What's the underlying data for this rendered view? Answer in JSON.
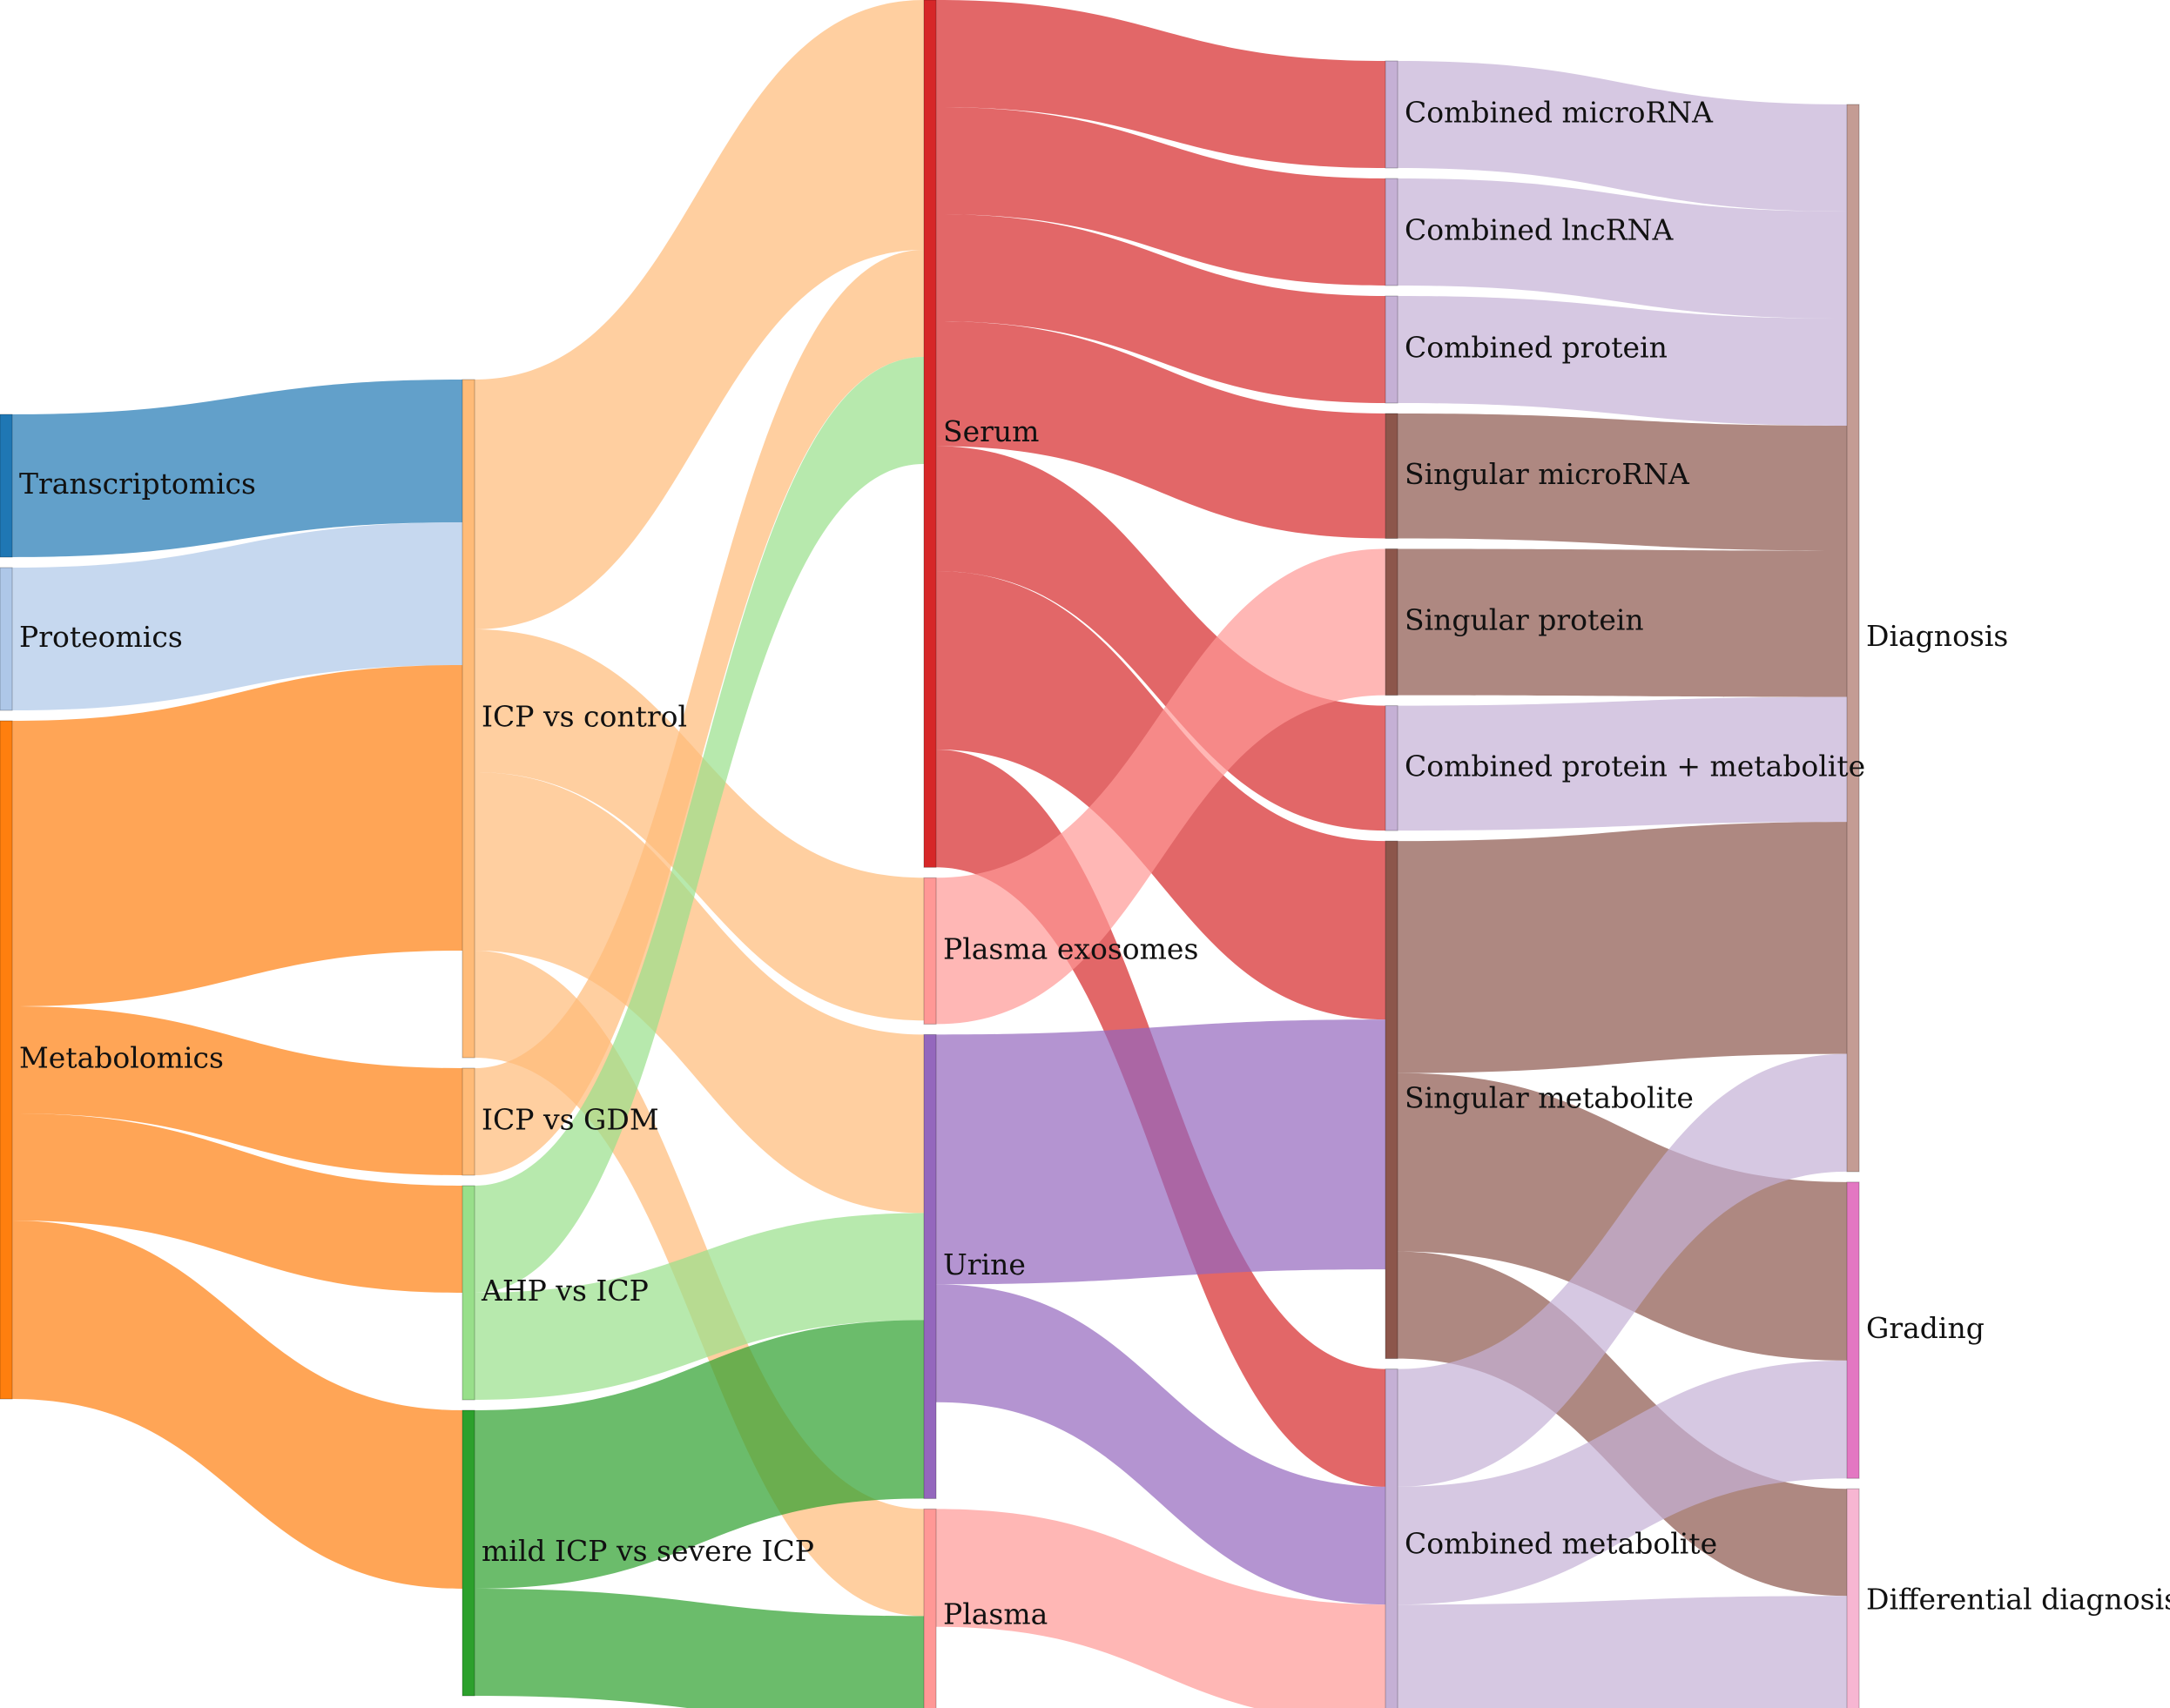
{
  "diagram": {
    "type": "sankey",
    "nodes": [
      {
        "id": "transcriptomics",
        "label": "Transcriptomics",
        "color": "#1f77b4"
      },
      {
        "id": "proteomics",
        "label": "Proteomics",
        "color": "#aec7e8"
      },
      {
        "id": "metabolomics",
        "label": "Metabolomics",
        "color": "#ff7f0e"
      },
      {
        "id": "icp_control",
        "label": "ICP vs control",
        "color": "#ffbb78"
      },
      {
        "id": "icp_gdm",
        "label": "ICP vs GDM",
        "color": "#ffbb78"
      },
      {
        "id": "ahp_icp",
        "label": "AHP vs ICP",
        "color": "#98df8a"
      },
      {
        "id": "mild_severe",
        "label": "mild ICP vs severe ICP",
        "color": "#2ca02c"
      },
      {
        "id": "serum",
        "label": "Serum",
        "color": "#d62728"
      },
      {
        "id": "plasma_exo",
        "label": "Plasma exosomes",
        "color": "#ff9896"
      },
      {
        "id": "urine",
        "label": "Urine",
        "color": "#9467bd"
      },
      {
        "id": "plasma",
        "label": "Plasma",
        "color": "#ff9896"
      },
      {
        "id": "comb_mirna",
        "label": "Combined microRNA",
        "color": "#c5b0d5"
      },
      {
        "id": "comb_lncrna",
        "label": "Combined lncRNA",
        "color": "#c5b0d5"
      },
      {
        "id": "comb_protein",
        "label": "Combined protein",
        "color": "#c5b0d5"
      },
      {
        "id": "sing_mirna",
        "label": "Singular microRNA",
        "color": "#8c564b"
      },
      {
        "id": "sing_protein",
        "label": "Singular protein",
        "color": "#8c564b"
      },
      {
        "id": "comb_prot_met",
        "label": "Combined protein + metabolite",
        "color": "#c5b0d5"
      },
      {
        "id": "sing_met",
        "label": "Singular metabolite",
        "color": "#8c564b"
      },
      {
        "id": "comb_met",
        "label": "Combined metabolite",
        "color": "#c5b0d5"
      },
      {
        "id": "diagnosis",
        "label": "Diagnosis",
        "color": "#c49c94"
      },
      {
        "id": "grading",
        "label": "Grading",
        "color": "#e377c2"
      },
      {
        "id": "diff_diag",
        "label": "Differential diagnosis",
        "color": "#f7b6d2"
      }
    ],
    "links": [
      {
        "source": "transcriptomics",
        "target": "icp_control",
        "value": 4,
        "color": "#1f77b4"
      },
      {
        "source": "proteomics",
        "target": "icp_control",
        "value": 4,
        "color": "#aec7e8"
      },
      {
        "source": "metabolomics",
        "target": "icp_control",
        "value": 8,
        "color": "#ff7f0e"
      },
      {
        "source": "metabolomics",
        "target": "icp_gdm",
        "value": 3,
        "color": "#ff7f0e"
      },
      {
        "source": "metabolomics",
        "target": "ahp_icp",
        "value": 3,
        "color": "#ff7f0e"
      },
      {
        "source": "metabolomics",
        "target": "mild_severe",
        "value": 5,
        "color": "#ff7f0e"
      },
      {
        "source": "icp_control",
        "target": "serum",
        "value": 7,
        "color": "#ffbb78"
      },
      {
        "source": "icp_control",
        "target": "plasma_exo",
        "value": 4,
        "color": "#ffbb78"
      },
      {
        "source": "icp_control",
        "target": "urine",
        "value": 5,
        "color": "#ffbb78"
      },
      {
        "source": "icp_control",
        "target": "plasma",
        "value": 3,
        "color": "#ffbb78"
      },
      {
        "source": "icp_gdm",
        "target": "serum",
        "value": 3,
        "color": "#ffbb78"
      },
      {
        "source": "ahp_icp",
        "target": "serum",
        "value": 3,
        "color": "#98df8a"
      },
      {
        "source": "ahp_icp",
        "target": "urine",
        "value": 3,
        "color": "#98df8a"
      },
      {
        "source": "mild_severe",
        "target": "urine",
        "value": 5,
        "color": "#2ca02c"
      },
      {
        "source": "mild_severe",
        "target": "plasma",
        "value": 3,
        "color": "#2ca02c"
      },
      {
        "source": "serum",
        "target": "comb_mirna",
        "value": 3,
        "color": "#d62728"
      },
      {
        "source": "serum",
        "target": "comb_lncrna",
        "value": 3,
        "color": "#d62728"
      },
      {
        "source": "serum",
        "target": "comb_protein",
        "value": 3,
        "color": "#d62728"
      },
      {
        "source": "serum",
        "target": "sing_mirna",
        "value": 3.5,
        "color": "#d62728"
      },
      {
        "source": "serum",
        "target": "comb_prot_met",
        "value": 3.5,
        "color": "#d62728"
      },
      {
        "source": "serum",
        "target": "sing_met",
        "value": 5,
        "color": "#d62728"
      },
      {
        "source": "serum",
        "target": "comb_met",
        "value": 3.3,
        "color": "#d62728"
      },
      {
        "source": "plasma_exo",
        "target": "sing_protein",
        "value": 4.1,
        "color": "#ff9896"
      },
      {
        "source": "urine",
        "target": "sing_met",
        "value": 7,
        "color": "#9467bd"
      },
      {
        "source": "urine",
        "target": "comb_met",
        "value": 3.3,
        "color": "#9467bd"
      },
      {
        "source": "plasma",
        "target": "comb_met",
        "value": 3.3,
        "color": "#ff9896"
      },
      {
        "source": "comb_mirna",
        "target": "diagnosis",
        "value": 3,
        "color": "#c5b0d5"
      },
      {
        "source": "comb_lncrna",
        "target": "diagnosis",
        "value": 3,
        "color": "#c5b0d5"
      },
      {
        "source": "comb_protein",
        "target": "diagnosis",
        "value": 3,
        "color": "#c5b0d5"
      },
      {
        "source": "sing_mirna",
        "target": "diagnosis",
        "value": 3.5,
        "color": "#8c564b"
      },
      {
        "source": "sing_protein",
        "target": "diagnosis",
        "value": 4.1,
        "color": "#8c564b"
      },
      {
        "source": "comb_prot_met",
        "target": "diagnosis",
        "value": 3.5,
        "color": "#c5b0d5"
      },
      {
        "source": "sing_met",
        "target": "diagnosis",
        "value": 6.5,
        "color": "#8c564b"
      },
      {
        "source": "sing_met",
        "target": "grading",
        "value": 5,
        "color": "#8c564b"
      },
      {
        "source": "sing_met",
        "target": "diff_diag",
        "value": 3,
        "color": "#8c564b"
      },
      {
        "source": "comb_met",
        "target": "diagnosis",
        "value": 3.3,
        "color": "#c5b0d5"
      },
      {
        "source": "comb_met",
        "target": "grading",
        "value": 3.3,
        "color": "#c5b0d5"
      },
      {
        "source": "comb_met",
        "target": "diff_diag",
        "value": 3.3,
        "color": "#c5b0d5"
      }
    ]
  }
}
